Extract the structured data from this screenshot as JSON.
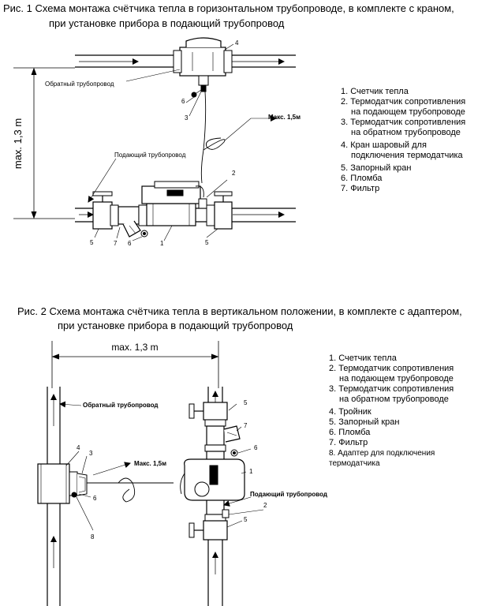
{
  "fig1": {
    "caption_line1": "Рис. 1  Схема монтажа счётчика тепла в горизонтальном трубопроводе, в комплекте с краном,",
    "caption_line2": "при установке прибора в подающий трубопровод",
    "label_return": "Обратный трубопровод",
    "label_supply": "Подающий трубопровод",
    "label_max": "Макс. 1,5м",
    "dim_label": "max. 1,3 m",
    "numbers": {
      "n1": "1",
      "n2": "2",
      "n3": "3",
      "n4": "4",
      "n5a": "5",
      "n5b": "5",
      "n6a": "6",
      "n6b": "6",
      "n7": "7"
    },
    "legend": [
      "1. Счетчик тепла",
      "2. Термодатчик сопротивления",
      "на подающем трубопроводе",
      "3. Термодатчик сопротивления",
      "на обратном трубопроводе",
      "4. Кран шаровый для",
      "подключения термодатчика",
      "5. Запорный кран",
      "6. Пломба",
      "7. Фильтр"
    ]
  },
  "fig2": {
    "caption_line1": "Рис. 2   Схема монтажа счётчика тепла в  вертикальном положении, в комплекте с адаптером,",
    "caption_line2": "при установке прибора в подающий трубопровод",
    "dim_label": "max. 1,3 m",
    "label_return": "Обратный трубопровод",
    "label_max": "Макс. 1,5м",
    "label_supply": "Подающий трубопровод",
    "numbers": {
      "n1": "1",
      "n2": "2",
      "n3": "3",
      "n4": "4",
      "n5a": "5",
      "n5b": "5",
      "n6a": "6",
      "n6b": "6",
      "n7": "7",
      "n8": "8"
    },
    "legend": [
      "1. Счетчик тепла",
      "2. Термодатчик сопротивления",
      "на подающем трубопроводе",
      "3. Термодатчик сопротивления",
      "на обратном трубопроводе",
      "4. Тройник",
      "5. Запорный кран",
      "6. Пломба",
      "7. Фильтр",
      "8. Адаптер для подключения",
      "термодатчика"
    ]
  }
}
